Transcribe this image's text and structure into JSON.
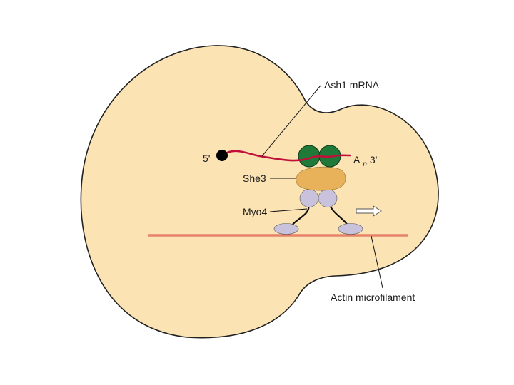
{
  "labels": {
    "ash1_mrna": "Ash1 mRNA",
    "five_prime": "5'",
    "poly_a_base": "A",
    "poly_a_subscript": "n",
    "three_prime": "3'",
    "she3": "She3",
    "myo4": "Myo4",
    "actin": "Actin microfilament"
  },
  "colors": {
    "cell_fill": "#fbe3b4",
    "cell_outline": "#222222",
    "mrna": "#c0103a",
    "she2": "#1f7a3a",
    "she3": "#e8b25a",
    "myo4": "#c9c2dc",
    "actin": "#e8826a"
  },
  "icons": {
    "direction": "hollow-right-arrow-icon"
  }
}
